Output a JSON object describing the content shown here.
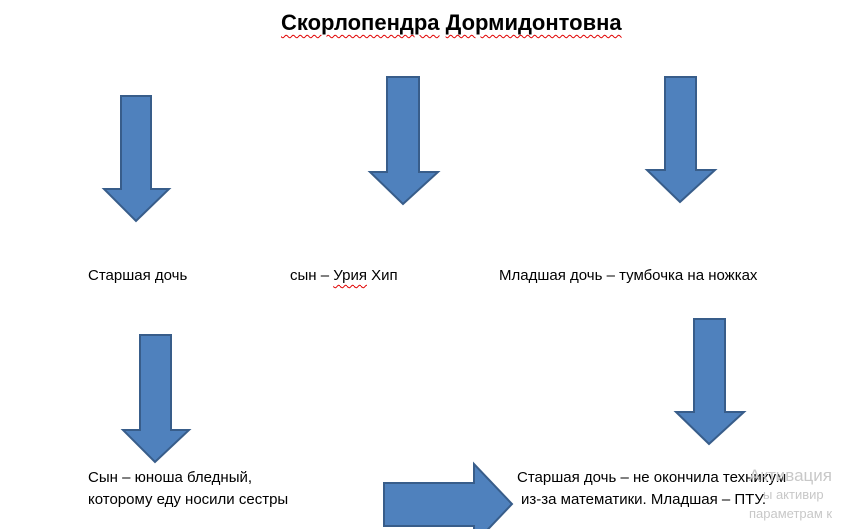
{
  "title": {
    "part1": "Скорлопендра",
    "part2": "Дормидонтовна"
  },
  "labels": {
    "elder_daughter": "Старшая дочь",
    "son_prefix": "сын – ",
    "son_name": "Урия",
    "son_suffix": " Хип",
    "younger_daughter": "Младшая дочь – тумбочка на ножках",
    "pale_youth_line1": "Сын – юноша бледный,",
    "pale_youth_line2": "которому еду носили сестры",
    "outcome_line1": "Старшая дочь – не окончила техникум",
    "outcome_line2": "из-за математики. Младшая – ПТУ."
  },
  "watermark": {
    "line1": "Активация",
    "line2": "ы активир",
    "line3": "параметрам к"
  },
  "colors": {
    "arrow_fill": "#4f81bd",
    "arrow_stroke": "#385d8a",
    "spellcheck": "#e00000",
    "watermark": "#c8c8c8"
  }
}
